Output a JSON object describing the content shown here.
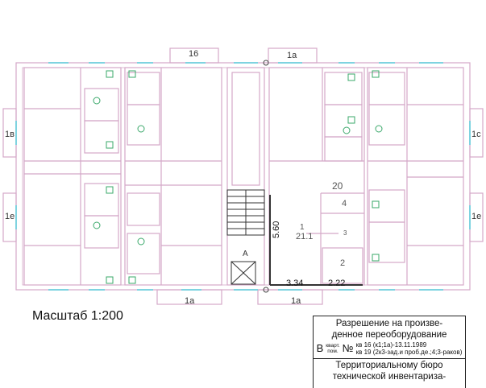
{
  "plan": {
    "room_labels": {
      "top_apt_16": "16",
      "top_apt_1a": "1а",
      "left_upper": "1в",
      "left_lower": "1е",
      "right_upper": "1с",
      "right_lower": "1е",
      "bottom_left": "1а",
      "bottom_right": "1а",
      "stair_letter": "А"
    },
    "room_numbers": {
      "r20": "20",
      "r4": "4",
      "r1": "1",
      "r21_1": "21.1",
      "r3": "3",
      "r2": "2"
    },
    "dimensions": {
      "height": "5.60",
      "width": "3.34",
      "small": "2.22"
    }
  },
  "scale_text": "Масштаб 1:200",
  "stamp": {
    "line1": "Разрешение на произве-",
    "line2": "денное переоборудование",
    "prefix": "В",
    "sup_top": "кварт.",
    "sup_bottom": "пом.",
    "number_sign": "№",
    "entry1": "кв 16 (к1;1а)-13.11.1989",
    "entry2": "кв 19 (2к3-зад.и проб.де.;4;3-раков)",
    "line3": "Территориальному бюро",
    "line4": "технической инвентариза-"
  }
}
